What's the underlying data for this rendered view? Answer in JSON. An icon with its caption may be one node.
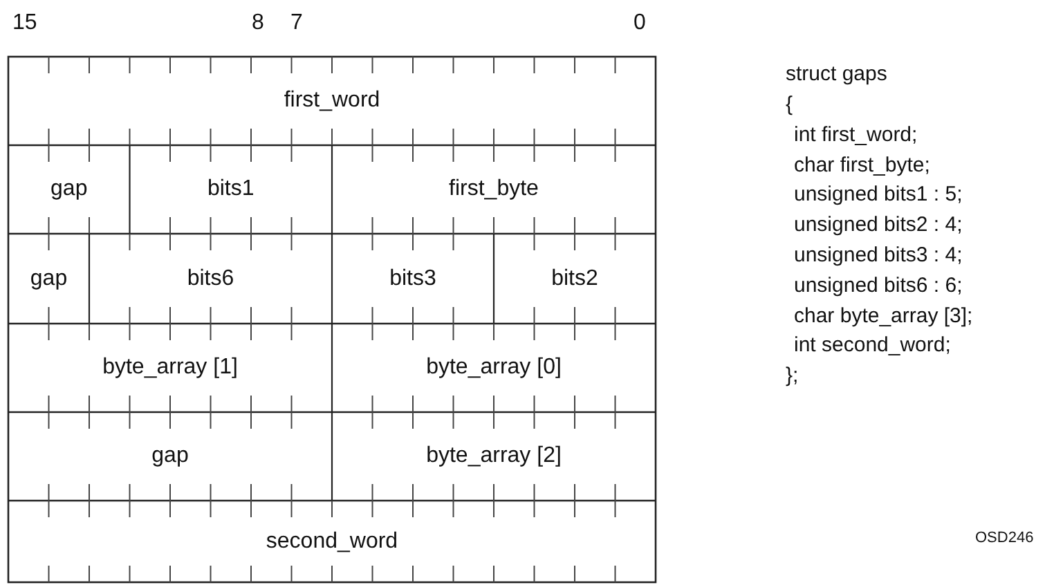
{
  "diagram": {
    "nodes": [
      {
        "text": [
          "first_word"
        ]
      },
      {
        "text": [
          "gap"
        ]
      },
      {
        "text": [
          "bits1"
        ]
      },
      {
        "text": [
          "first_byte"
        ]
      },
      {
        "text": [
          "gap"
        ]
      },
      {
        "text": [
          "bits6"
        ]
      },
      {
        "text": [
          "bits3"
        ]
      },
      {
        "text": [
          "bits2"
        ]
      },
      {
        "text": [
          "byte_array [1]"
        ]
      },
      {
        "text": [
          "byte_array [0]"
        ]
      },
      {
        "text": [
          "gap"
        ]
      },
      {
        "text": [
          "byte_array [2]"
        ]
      },
      {
        "text": [
          "second_word"
        ]
      }
    ],
    "labels": [
      "15",
      "8",
      "7",
      "0",
      "struct gaps",
      "{",
      "int first_word;",
      "char first_byte;",
      "unsigned bits1 : 5;",
      "unsigned bits2 : 4;",
      "unsigned bits3 : 4;",
      "unsigned bits6 : 6;",
      "char byte_array [3];",
      "int second_word;",
      "};",
      "OSD246"
    ]
  }
}
